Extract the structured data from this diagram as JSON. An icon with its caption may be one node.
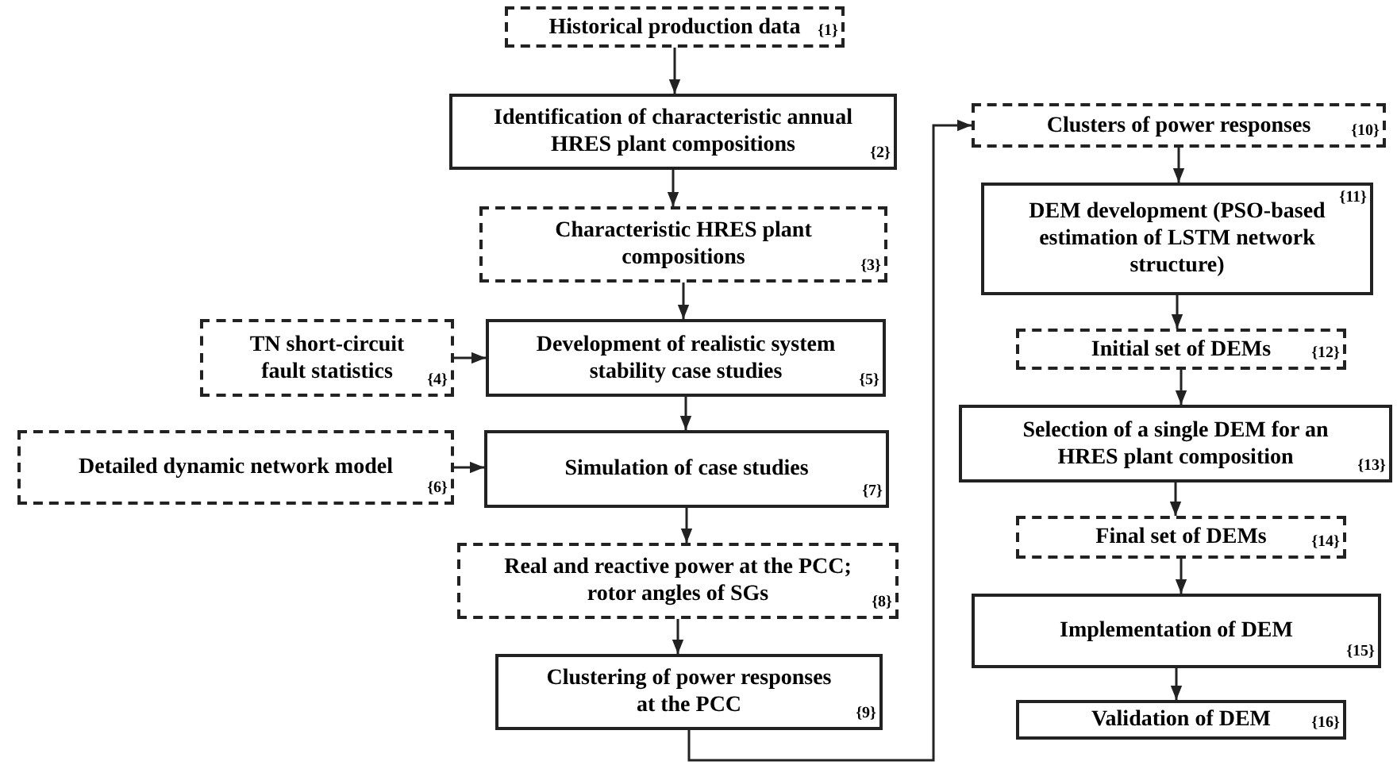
{
  "diagram": {
    "nodes": [
      {
        "text": [
          "Historical production data",
          "{1}"
        ]
      },
      {
        "text": [
          "Identification of characteristic annual HRES plant compositions",
          "{2}"
        ]
      },
      {
        "text": [
          "Characteristic HRES plant compositions",
          "{3}"
        ]
      },
      {
        "text": [
          "TN short-circuit fault statistics",
          "{4}"
        ]
      },
      {
        "text": [
          "Development of realistic system stability case studies",
          "{5}"
        ]
      },
      {
        "text": [
          "Detailed dynamic network model",
          "{6}"
        ]
      },
      {
        "text": [
          "Simulation of case studies",
          "{7}"
        ]
      },
      {
        "text": [
          "Real and reactive power at the PCC; rotor angles of SGs",
          "{8}"
        ]
      },
      {
        "text": [
          "Clustering of power responses at the PCC",
          "{9}"
        ]
      },
      {
        "text": [
          "Clusters of power responses",
          "{10}"
        ]
      },
      {
        "text": [
          "DEM development (PSO-based estimation of LSTM network structure)",
          "{11}"
        ]
      },
      {
        "text": [
          "Initial set of DEMs",
          "{12}"
        ]
      },
      {
        "text": [
          "Selection of a single DEM for an HRES plant composition",
          "{13}"
        ]
      },
      {
        "text": [
          "Final set of DEMs",
          "{14}"
        ]
      },
      {
        "text": [
          "Implementation of DEM",
          "{15}"
        ]
      },
      {
        "text": [
          "Validation of DEM",
          "{16}"
        ]
      }
    ],
    "edges": [
      {
        "from": 0,
        "to": 1,
        "arrow": "to"
      },
      {
        "from": 1,
        "to": 2,
        "arrow": "to"
      },
      {
        "from": 2,
        "to": 4,
        "arrow": "to"
      },
      {
        "from": 3,
        "to": 4,
        "arrow": "to"
      },
      {
        "from": 4,
        "to": 6,
        "arrow": "to"
      },
      {
        "from": 5,
        "to": 6,
        "arrow": "to"
      },
      {
        "from": 6,
        "to": 7,
        "arrow": "to"
      },
      {
        "from": 7,
        "to": 8,
        "arrow": "to"
      },
      {
        "from": 8,
        "to": 9,
        "arrow": "to"
      },
      {
        "from": 9,
        "to": 10,
        "arrow": "to"
      },
      {
        "from": 10,
        "to": 11,
        "arrow": "to"
      },
      {
        "from": 11,
        "to": 12,
        "arrow": "to"
      },
      {
        "from": 12,
        "to": 13,
        "arrow": "to"
      },
      {
        "from": 13,
        "to": 14,
        "arrow": "to"
      },
      {
        "from": 14,
        "to": 15,
        "arrow": "to"
      }
    ]
  }
}
